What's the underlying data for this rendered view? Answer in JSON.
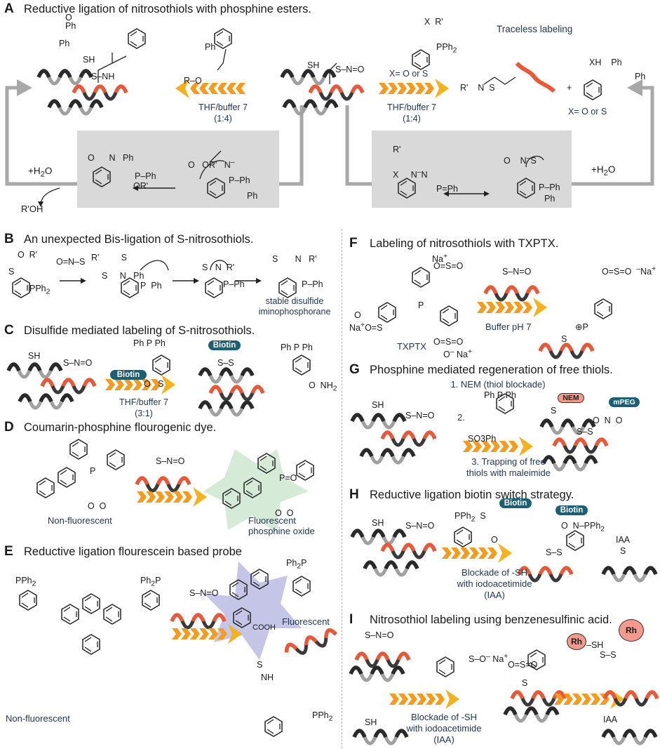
{
  "panels": {
    "A": {
      "label": "A",
      "title": "Reductive ligation of nitrosothiols with phosphine esters.",
      "cond_left_1": "THF/buffer 7",
      "cond_left_2": "(1:4)",
      "cond_right_1": "THF/buffer 7",
      "cond_right_2": "(1:4)",
      "xo_top": "X= O or S",
      "traceless": "Traceless labeling",
      "xo_bottom": "X= O or S",
      "water_left": "+H",
      "water_left_sub": "2",
      "water_left_end": "O",
      "rohout": "R'OH",
      "water_right": "+H",
      "water_right_sub": "2",
      "water_right_end": "O"
    },
    "B": {
      "label": "B",
      "title": "An unexpected Bis-ligation of S-nitrosothiols.",
      "product_1": "stable disulfide",
      "product_2": "iminophosphorane"
    },
    "C": {
      "label": "C",
      "title": "Disulfide mediated labeling of S-nitrosothiols.",
      "biotin_arrow": "Biotin",
      "biotin_product": "Biotin",
      "cond_1": "THF/buffer 7",
      "cond_2": "(3:1)"
    },
    "D": {
      "label": "D",
      "title": "Coumarin-phosphine flourogenic dye.",
      "left": "Non-fluorescent",
      "right_1": "Fluorescent",
      "right_2": "phosphine oxide"
    },
    "E": {
      "label": "E",
      "title": "Reductive ligation flourescein based probe",
      "left": "Non-fluorescent",
      "right": "Fluorescent"
    },
    "F": {
      "label": "F",
      "title": "Labeling of nitrosothiols with TXPTX.",
      "reagent": "TXPTX",
      "cond": "Buffer pH 7"
    },
    "G": {
      "label": "G",
      "title": "Phosphine mediated regeneration of free thiols.",
      "step1": "1. NEM (thiol blockade)",
      "step2": "2.",
      "step3_1": "3. Trapping of free",
      "step3_2": "thiols with maleimide",
      "nem": "NEM",
      "mpeg": "mPEG",
      "so3ph": "SO3Ph"
    },
    "H": {
      "label": "H",
      "title": "Reductive ligation biotin switch strategy.",
      "biotin_reagent": "Biotin",
      "biotin_product": "Biotin",
      "cond_1": "Blockade of -SH",
      "cond_2": "with iodoacetimide",
      "cond_3": "(IAA)",
      "iaa": "IAA"
    },
    "I": {
      "label": "I",
      "title": "Nitrosothiol labeling using benzenesulfinic acid.",
      "cond_1": "Blockade of -SH",
      "cond_2": "with iodoacetimide",
      "cond_3": "(IAA)",
      "rh_reagent": "Rh",
      "rh_product": "Rh",
      "iaa": "IAA"
    }
  },
  "colors": {
    "helix_black": "#2a2a2a",
    "helix_grey": "#a0a0a0",
    "helix_orange": "#e8593a",
    "arrow_orange": "#f39c1f",
    "box_grey": "#d9d9d9",
    "biotin": "#1c5f74",
    "nem": "#f4998c"
  }
}
